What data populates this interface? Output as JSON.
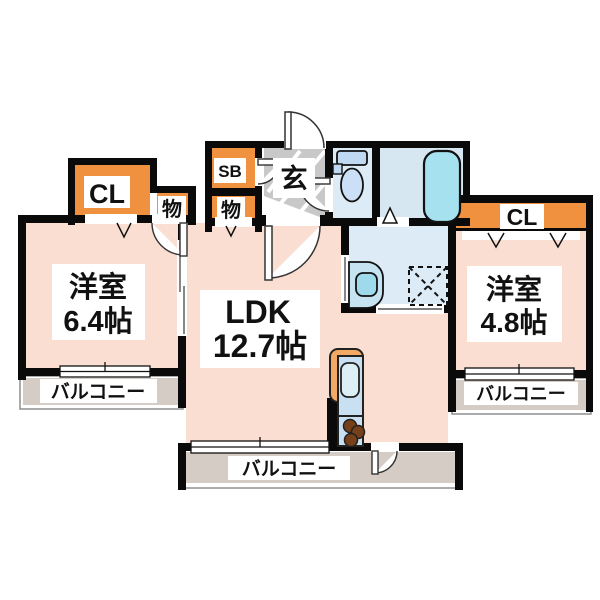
{
  "plan": {
    "type": "apartment-floor-plan",
    "rooms": {
      "left": {
        "name": "洋室",
        "size": "6.4帖"
      },
      "ldk": {
        "name": "LDK",
        "size": "12.7帖"
      },
      "right": {
        "name": "洋室",
        "size": "4.8帖"
      }
    },
    "labels": {
      "closet_left": "CL",
      "closet_right": "CL",
      "shoe_box": "SB",
      "storage_left": "物",
      "storage_center": "物",
      "entrance": "玄",
      "balcony_left": "バルコニー",
      "balcony_bottom": "バルコニー",
      "balcony_right": "バルコニー"
    }
  },
  "colors": {
    "wall": "#0a0a0a",
    "room": "#f9ded1",
    "balcony": "#d5ccc6",
    "balcony_edge": "#8f8f8f",
    "closet": "#f0913f",
    "water": "#ddebf7",
    "bath_bg": "#d6e7f2",
    "tub": "#a6e1ef",
    "fixture": "#bfd9f3",
    "bowl": "#cbe0f6",
    "basin_outer": "#c6e3f2",
    "basin_inner": "#9edaeb",
    "genkan": "#c8c8c8",
    "kitchen_body": "#f2a963",
    "kitchen_counter": "#c9e0f2",
    "sink": "#dceff4",
    "burner": "#76401a",
    "label_bg": "#ffffff",
    "text": "#111111"
  }
}
